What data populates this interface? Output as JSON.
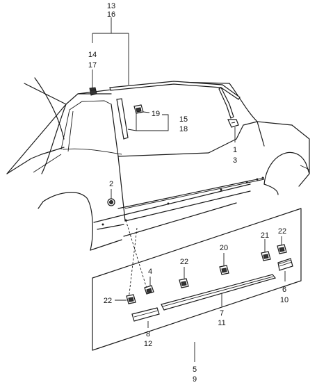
{
  "callouts": {
    "c13": "13",
    "c16": "16",
    "c14": "14",
    "c17": "17",
    "c19": "19",
    "c15": "15",
    "c18": "18",
    "c1": "1",
    "c3": "3",
    "c2": "2",
    "c4": "4",
    "c22a": "22",
    "c22b": "22",
    "c22c": "22",
    "c20": "20",
    "c21": "21",
    "c6": "6",
    "c10": "10",
    "c7": "7",
    "c11": "11",
    "c8": "8",
    "c12": "12",
    "c5": "5",
    "c9": "9"
  }
}
